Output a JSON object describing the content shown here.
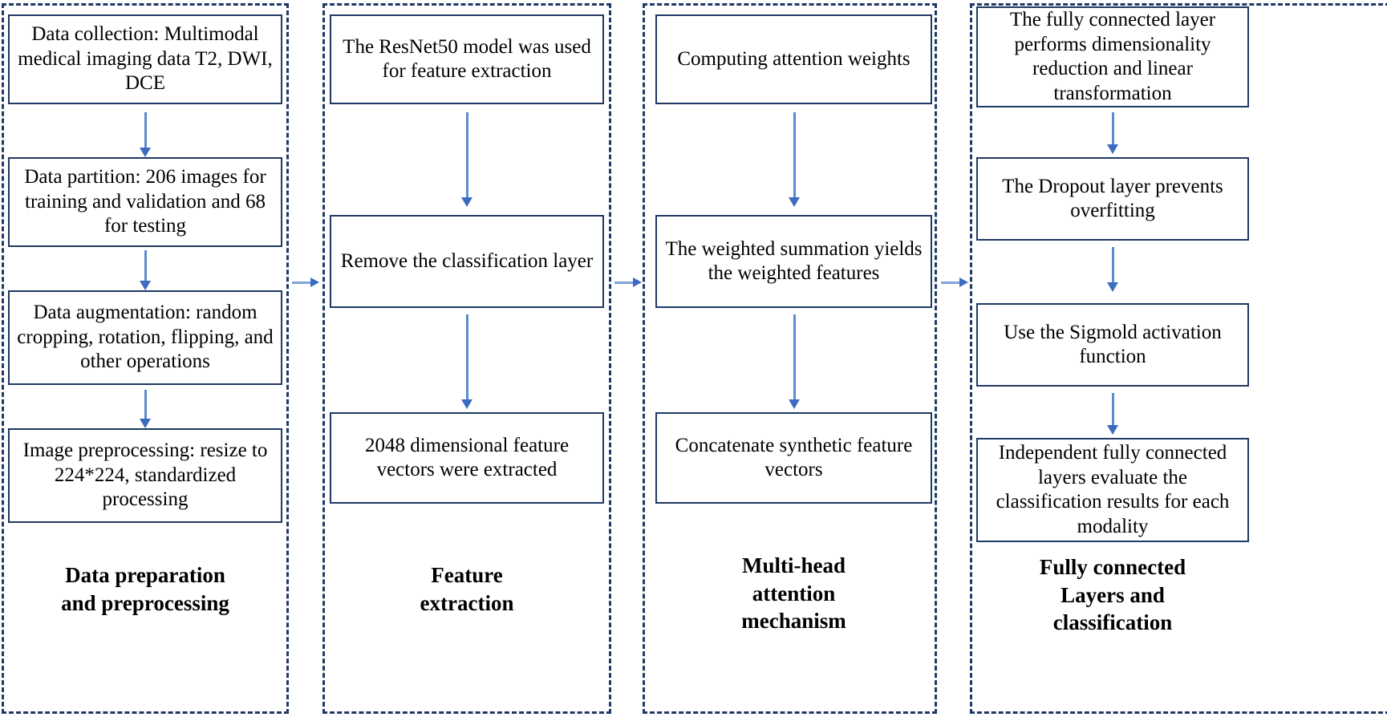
{
  "figure": {
    "type": "flowchart",
    "orientation": "left-to-right",
    "stage_count": 4,
    "colors": {
      "box_border": "#1F3864",
      "stage_border": "#1F3864",
      "arrow": "#4472C4",
      "text": "#000000",
      "background": "#FFFFFF"
    }
  },
  "stages": [
    {
      "caption": "Data preparation\nand preprocessing",
      "caption_line1": "Data preparation",
      "caption_line2": "and preprocessing",
      "steps": [
        {
          "text": "Data collection: Multimodal medical imaging data T2, DWI, DCE"
        },
        {
          "text": "Data partition: 206 images for training and validation and 68 for testing"
        },
        {
          "text": "Data augmentation: random cropping, rotation, flipping, and other operations"
        },
        {
          "text": "Image preprocessing: resize to 224*224, standardized processing"
        }
      ]
    },
    {
      "caption": "Feature\nextraction",
      "caption_line1": "Feature",
      "caption_line2": "extraction",
      "steps": [
        {
          "text": "The ResNet50 model was used for feature extraction"
        },
        {
          "text": "Remove the classification layer"
        },
        {
          "text": "2048 dimensional feature vectors were extracted"
        }
      ]
    },
    {
      "caption": "Multi-head\nattention\nmechanism",
      "caption_line1": "Multi-head",
      "caption_line2": "attention",
      "caption_line3": "mechanism",
      "steps": [
        {
          "text": "Computing attention weights"
        },
        {
          "text": "The weighted summation yields the weighted features"
        },
        {
          "text": "Concatenate synthetic feature vectors"
        }
      ]
    },
    {
      "caption": "Fully connected\nLayers and\nclassification",
      "caption_line1": "Fully connected",
      "caption_line2": "Layers and",
      "caption_line3": "classification",
      "steps": [
        {
          "text": "The fully connected layer performs dimensionality reduction and linear transformation"
        },
        {
          "text": "The Dropout layer prevents overfitting"
        },
        {
          "text": "Use the Sigmold activation function"
        },
        {
          "text": "Independent fully connected layers evaluate the classification results for each modality"
        }
      ]
    }
  ]
}
